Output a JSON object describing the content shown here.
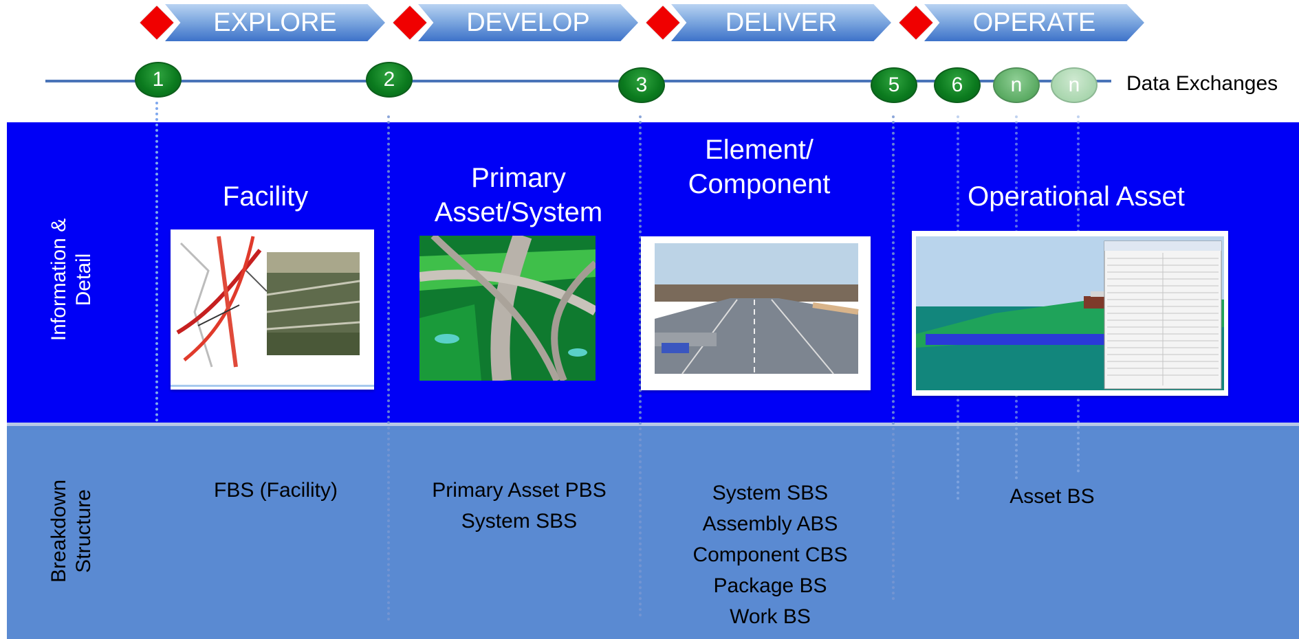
{
  "phases": [
    "EXPLORE",
    "DEVELOP",
    "DELIVER",
    "OPERATE"
  ],
  "exchanges": [
    "1",
    "2",
    "3",
    "5",
    "6",
    "n",
    "n"
  ],
  "exchanges_label": "Data Exchanges",
  "bands": {
    "top_label": "Information &\nDetail",
    "bottom_label": "Breakdown\nStructure"
  },
  "columns": [
    {
      "title": "Facility",
      "bs": [
        "FBS (Facility)"
      ]
    },
    {
      "title": "Primary\nAsset/System",
      "bs": [
        "Primary Asset PBS",
        "System SBS"
      ]
    },
    {
      "title": "Element/\nComponent",
      "bs": [
        "System SBS",
        "Assembly ABS",
        "Component CBS",
        "Package BS",
        "Work BS"
      ]
    },
    {
      "title": "Operational Asset",
      "bs": [
        "Asset BS"
      ]
    }
  ],
  "colors": {
    "info_band": "#0000f6",
    "bs_band": "#5a8ad2",
    "milestone": "#f00000",
    "exchange": "#0b7a1e"
  }
}
